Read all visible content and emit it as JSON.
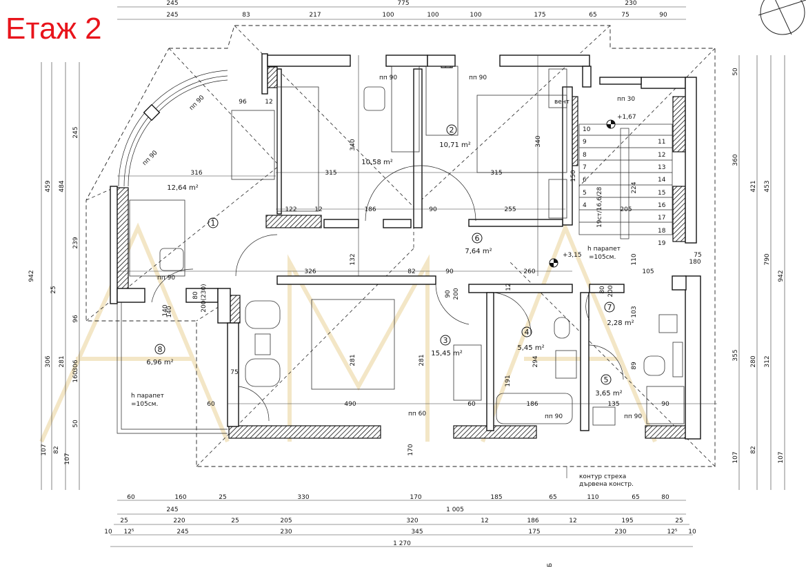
{
  "title": "Етаж 2",
  "rooms": [
    {
      "number": "1",
      "area": "12,64 m²"
    },
    {
      "number": "2",
      "area": "10,71 m²"
    },
    {
      "number": "",
      "area": "10,58 m²"
    },
    {
      "number": "3",
      "area": "15,45 m²"
    },
    {
      "number": "4",
      "area": "5,45 m²"
    },
    {
      "number": "5",
      "area": "3,65 m²"
    },
    {
      "number": "6",
      "area": "7,64 m²"
    },
    {
      "number": "7",
      "area": "2,28 m²"
    },
    {
      "number": "8",
      "area": "6,96 m²"
    }
  ],
  "notes": {
    "parapet_top": "h парапет",
    "parapet_top_val": "=105см.",
    "parapet_left": "h парапет",
    "parapet_left_val": "=105см.",
    "roof_outline_1": "контур стреха",
    "roof_outline_2": "дървена констр.",
    "vent": "вент",
    "stair_spec": "19ст/16,6/28",
    "level_top": "+1,67",
    "level_mid": "+3,15",
    "section_mark": "Б"
  },
  "stair_steps_left": [
    "10",
    "9",
    "8",
    "7",
    "6",
    "5",
    "4"
  ],
  "stair_steps_right": [
    "11",
    "12",
    "13",
    "14",
    "15",
    "16",
    "17",
    "18",
    "19"
  ],
  "openings": [
    "пп 90",
    "пп 90",
    "пп 90",
    "пп 30",
    "пп 90",
    "пп 90",
    "пп 60",
    "пп 90",
    "пп 90"
  ],
  "dims_top_row1": [
    "245",
    "775",
    "230"
  ],
  "dims_top_row2": [
    "245",
    "83",
    "217",
    "100",
    "100",
    "100",
    "175",
    "65",
    "75",
    "90"
  ],
  "dims_bottom_row1": [
    "60",
    "160",
    "25",
    "330",
    "170",
    "185",
    "65",
    "110",
    "65",
    "80"
  ],
  "dims_bottom_row2": [
    "245",
    "1 005"
  ],
  "dims_bottom_row3": [
    "25",
    "220",
    "25",
    "205",
    "320",
    "12",
    "186",
    "12",
    "195",
    "25"
  ],
  "dims_bottom_row4": [
    "10",
    "12⁵",
    "245",
    "230",
    "345",
    "175",
    "230",
    "12⁵",
    "10"
  ],
  "dims_bottom_total": "1 270",
  "dims_left": [
    "942",
    "459",
    "484",
    "239",
    "306",
    "281",
    "306",
    "160",
    "107",
    "82",
    "107",
    "245",
    "96",
    "25",
    "50"
  ],
  "dims_right": [
    "942",
    "790",
    "360",
    "421",
    "453",
    "355",
    "280",
    "312",
    "107",
    "82",
    "107",
    "180",
    "75",
    "50"
  ],
  "interior_dims": [
    "316",
    "315",
    "315",
    "122",
    "12",
    "186",
    "90",
    "255",
    "205",
    "326",
    "82",
    "90",
    "260",
    "105",
    "490",
    "60",
    "186",
    "135",
    "90",
    "340",
    "340",
    "281",
    "281",
    "132",
    "150",
    "224",
    "96",
    "12",
    "200(230)",
    "80",
    "140",
    "90",
    "200",
    "12",
    "80",
    "200",
    "191",
    "294",
    "110",
    "103",
    "89",
    "170",
    "140",
    "75",
    "60"
  ]
}
